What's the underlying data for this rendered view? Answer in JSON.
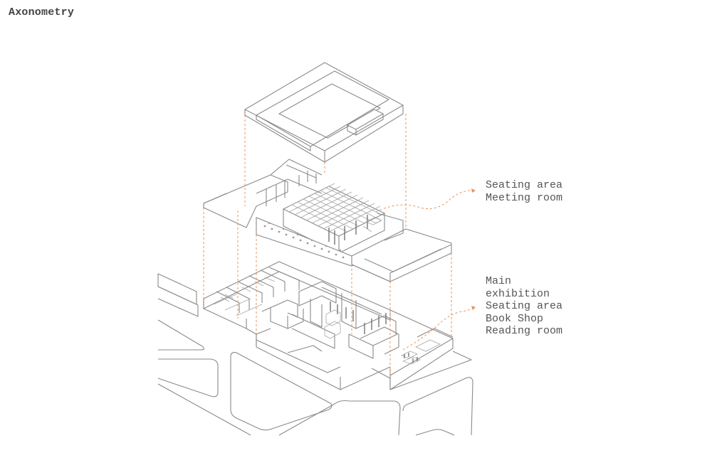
{
  "title": "Axonometry",
  "accent_color": "#e8935a",
  "upper_floor_labels": [
    "Seating area",
    "Meeting room"
  ],
  "ground_floor_labels": [
    "Main",
    "exhibition",
    "Seating area",
    "Book Shop",
    "Reading room"
  ]
}
